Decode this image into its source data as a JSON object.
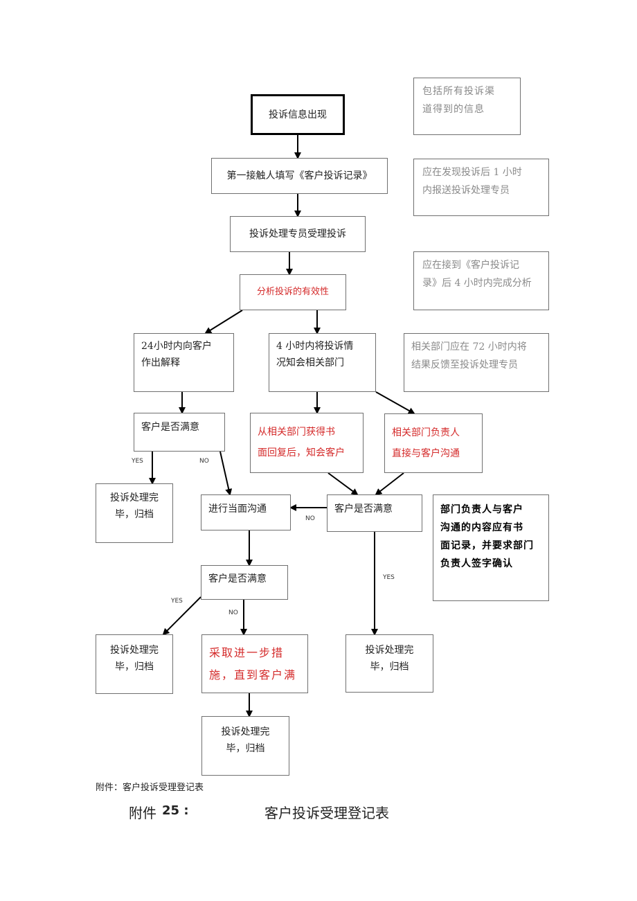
{
  "nodes": {
    "complaint_info": "投诉信息出现",
    "first_contact": "第一接触人填写《客户投诉记录》",
    "handler_accept": "投诉处理专员受理投诉",
    "analyze_validity": "分析投诉的有效性",
    "explain_24h": [
      "24小时内向客户",
      "作出解释"
    ],
    "notify_dept_4h": [
      "4 小时内将投诉情",
      "况知会相关部门"
    ],
    "satisfied_1": "客户是否满意",
    "written_reply": [
      "从相关部门获得书",
      "面回复后，知会客户"
    ],
    "dept_head_contact": [
      "相关部门负责人",
      "直接与客户沟通"
    ],
    "done_1": [
      "投诉处理完",
      "毕，归档"
    ],
    "face_to_face": "进行当面沟通",
    "satisfied_2": "客户是否满意",
    "satisfied_3": "客户是否满意",
    "done_2": [
      "投诉处理完",
      "毕，归档"
    ],
    "further_measures": [
      "采取进一步措",
      "施，直到客户满"
    ],
    "done_3": [
      "投诉处理完",
      "毕，归档"
    ],
    "done_4": [
      "投诉处理完",
      "毕，归档"
    ]
  },
  "notes": {
    "all_channels": [
      "包括所有投诉渠",
      "道得到的信息"
    ],
    "report_1h": [
      "应在发现投诉后 1 小时",
      "内报送投诉处理专员"
    ],
    "analyze_4h": [
      "应在接到《客户投诉记",
      "录》后 4 小时内完成分析"
    ],
    "feedback_72h": [
      "相关部门应在 72 小时内将",
      "结果反馈至投诉处理专员"
    ],
    "written_record": [
      "部门负责人与客户",
      "沟通的内容应有书",
      "面记录，并要求部门",
      "负责人签字确认"
    ]
  },
  "labels": {
    "yes": "YES",
    "no": "NO"
  },
  "captions": {
    "attachment_small": "附件：客户投诉受理登记表",
    "attachment_prefix": "附件",
    "attachment_number": "25 :",
    "attachment_title": "客户投诉受理登记表"
  },
  "colors": {
    "highlight_red": "#d42a2a",
    "note_gray": "#8a8a8a",
    "border": "#6f6f6f"
  }
}
